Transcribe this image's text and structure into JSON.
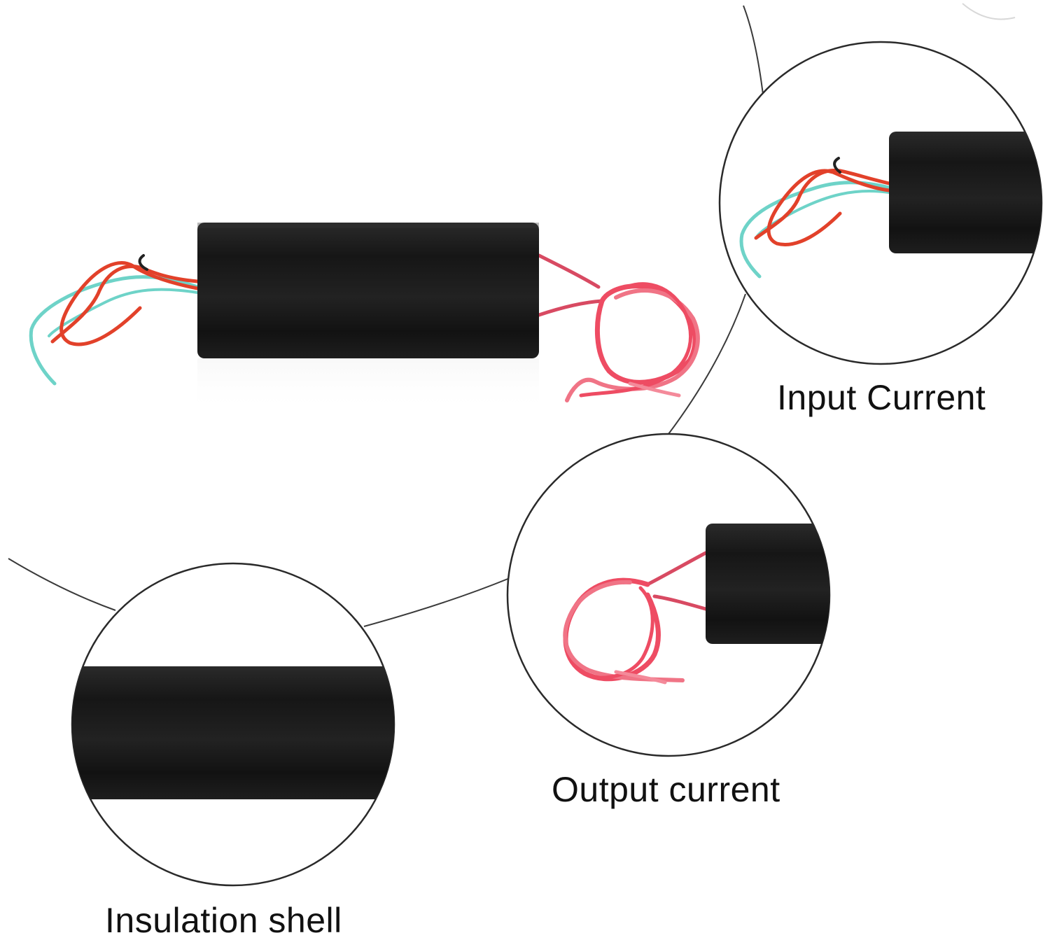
{
  "labels": {
    "input_current": "Input Current",
    "output_current": "Output current",
    "insulation_shell": "Insulation shell"
  },
  "colors": {
    "background": "#ffffff",
    "shell": "#1b1b1b",
    "wire_red": "#e2412a",
    "wire_teal": "#6ed3c8",
    "wire_pink": "#ee4c63",
    "outline": "#333333"
  }
}
